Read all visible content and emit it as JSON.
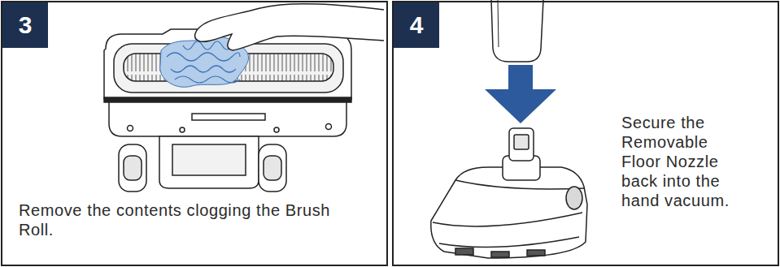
{
  "diagram": {
    "nodes": [
      {
        "text": [
          "Remove the contents clogging the Brush Roll."
        ]
      },
      {
        "text": [
          "3"
        ],
        "in": 0
      },
      {
        "text": [
          "Secure the Removable Floor Nozzle back into the hand vacuum."
        ]
      },
      {
        "text": [
          "4"
        ],
        "in": 2
      }
    ]
  }
}
